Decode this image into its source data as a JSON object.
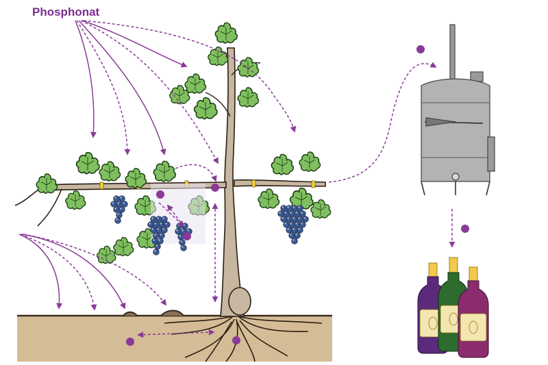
{
  "title": "Phosphonat",
  "colors": {
    "arrow": "#8a3a98",
    "soil": "#d4bd96",
    "soil_line": "#3a2a1a",
    "leaf": "#7fbf5f",
    "leaf_dark": "#1a3a12",
    "grape": "#3c5a94",
    "trunk": "#c7b6a0",
    "tank": "#b3b3b3",
    "cap": "#f2c94c",
    "bottle_left": "#5b2a7a",
    "bottle_middle": "#2e6b2e",
    "bottle_right": "#8a2c6e",
    "label": "#f3e6b0",
    "highlight": "#e9e4f0"
  },
  "icons": [
    "vine",
    "grape-cluster",
    "leaf",
    "root-system",
    "fermentation-tank",
    "wine-bottle",
    "phosphonate-dot"
  ]
}
